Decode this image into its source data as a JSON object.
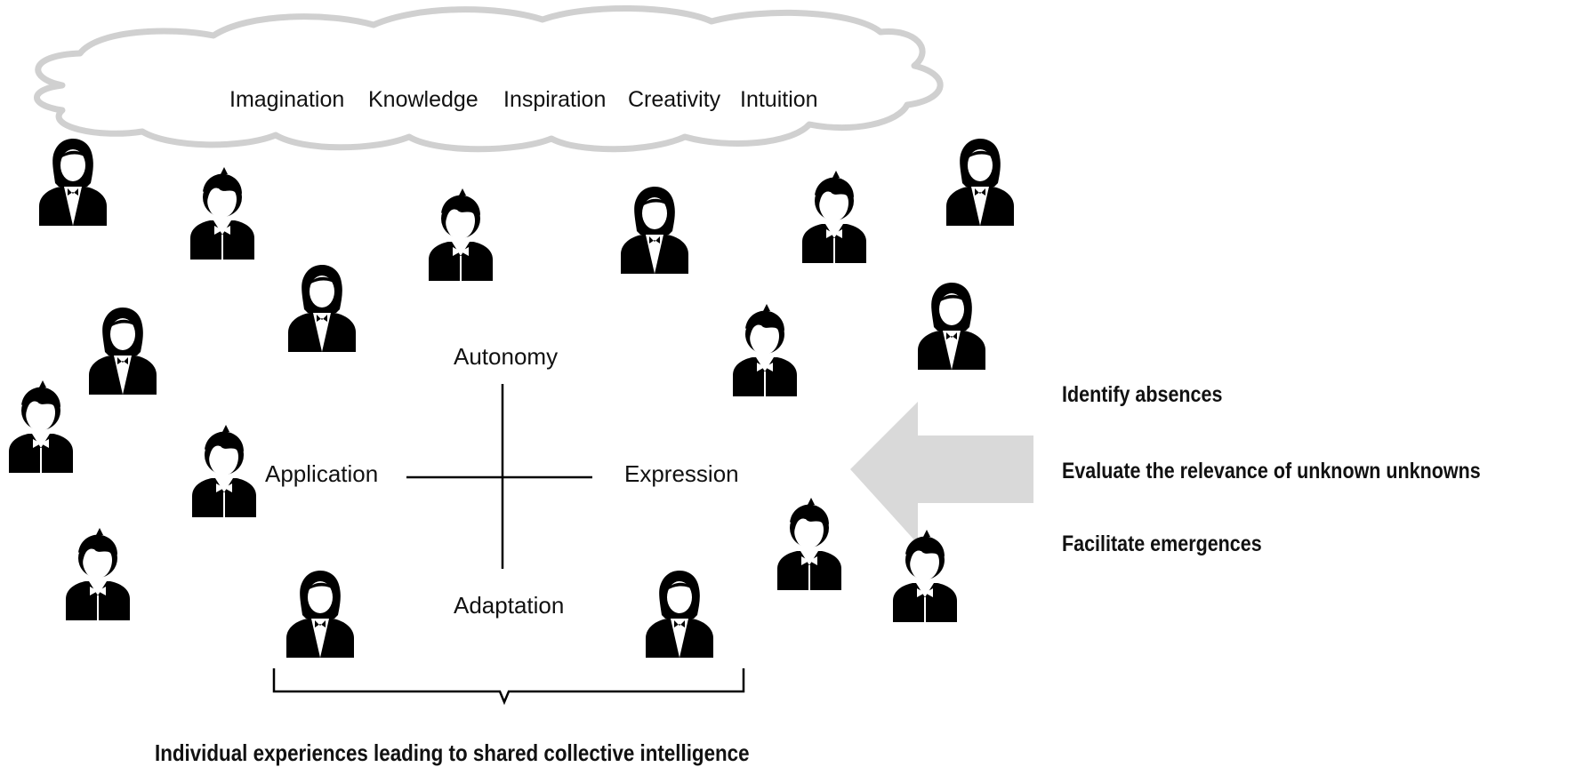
{
  "cloud": {
    "words": [
      "Imagination",
      "Knowledge",
      "Inspiration",
      "Creativity",
      "Intuition"
    ]
  },
  "quadrant": {
    "top": "Autonomy",
    "left": "Application",
    "right": "Expression",
    "bottom": "Adaptation"
  },
  "actions": {
    "items": [
      "Identify absences",
      "Evaluate the relevance of unknown unknowns",
      "Facilitate emergences"
    ]
  },
  "caption": "Individual experiences leading to shared collective intelligence",
  "people": {
    "female_icon": "female-person-icon",
    "male_icon": "male-person-icon"
  },
  "colors": {
    "ink": "#000000",
    "cloud_outline": "#d0d0d0",
    "arrow": "#d9d9d9"
  }
}
